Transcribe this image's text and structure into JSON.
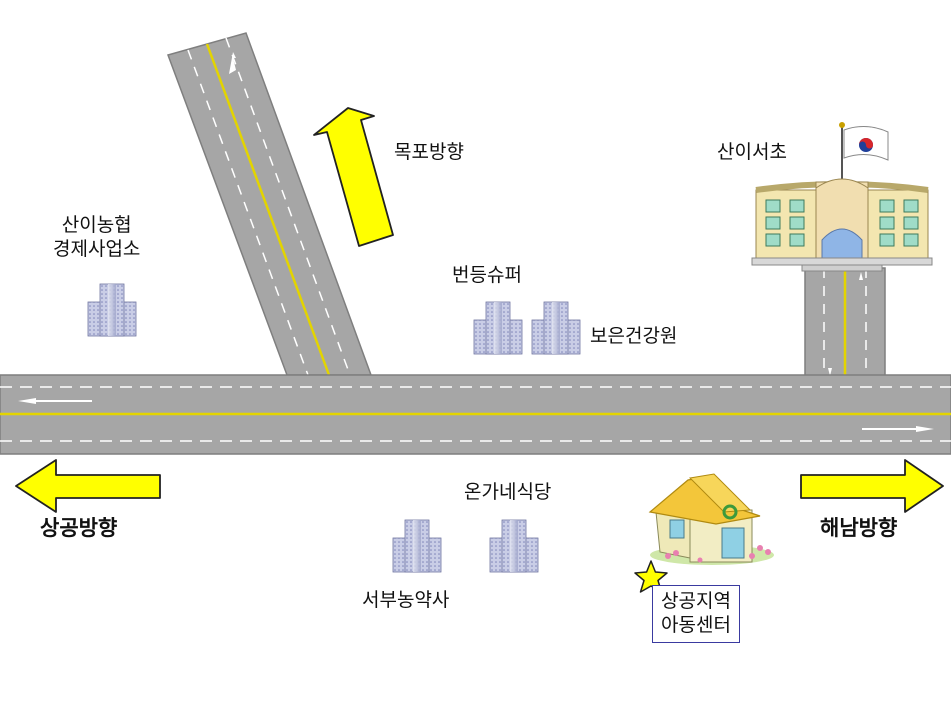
{
  "directions": {
    "mokpo": "목포방향",
    "sanggong": "상공방향",
    "haenam": "해남방향"
  },
  "places": {
    "sani_school": "산이서초",
    "sani_nonghyup_line1": "산이농협",
    "sani_nonghyup_line2": "경제사업소",
    "beondeung_super": "번등슈퍼",
    "boeun_health": "보은건강원",
    "ongane_restaurant": "온가네식당",
    "seobu_pharmacy": "서부농약사",
    "center_line1": "상공지역",
    "center_line2": "아동센터"
  },
  "colors": {
    "road": "#a6a6a6",
    "road_edge": "#7f7f7f",
    "center_line": "#e3d400",
    "arrow_fill": "#ffff00",
    "arrow_stroke": "#222222",
    "building": "#c9cde6",
    "star": "#ffff00"
  },
  "icons": {
    "arrow": "direction-arrow-icon",
    "building": "building-icon",
    "school": "school-icon",
    "house": "house-icon",
    "star": "star-icon"
  }
}
